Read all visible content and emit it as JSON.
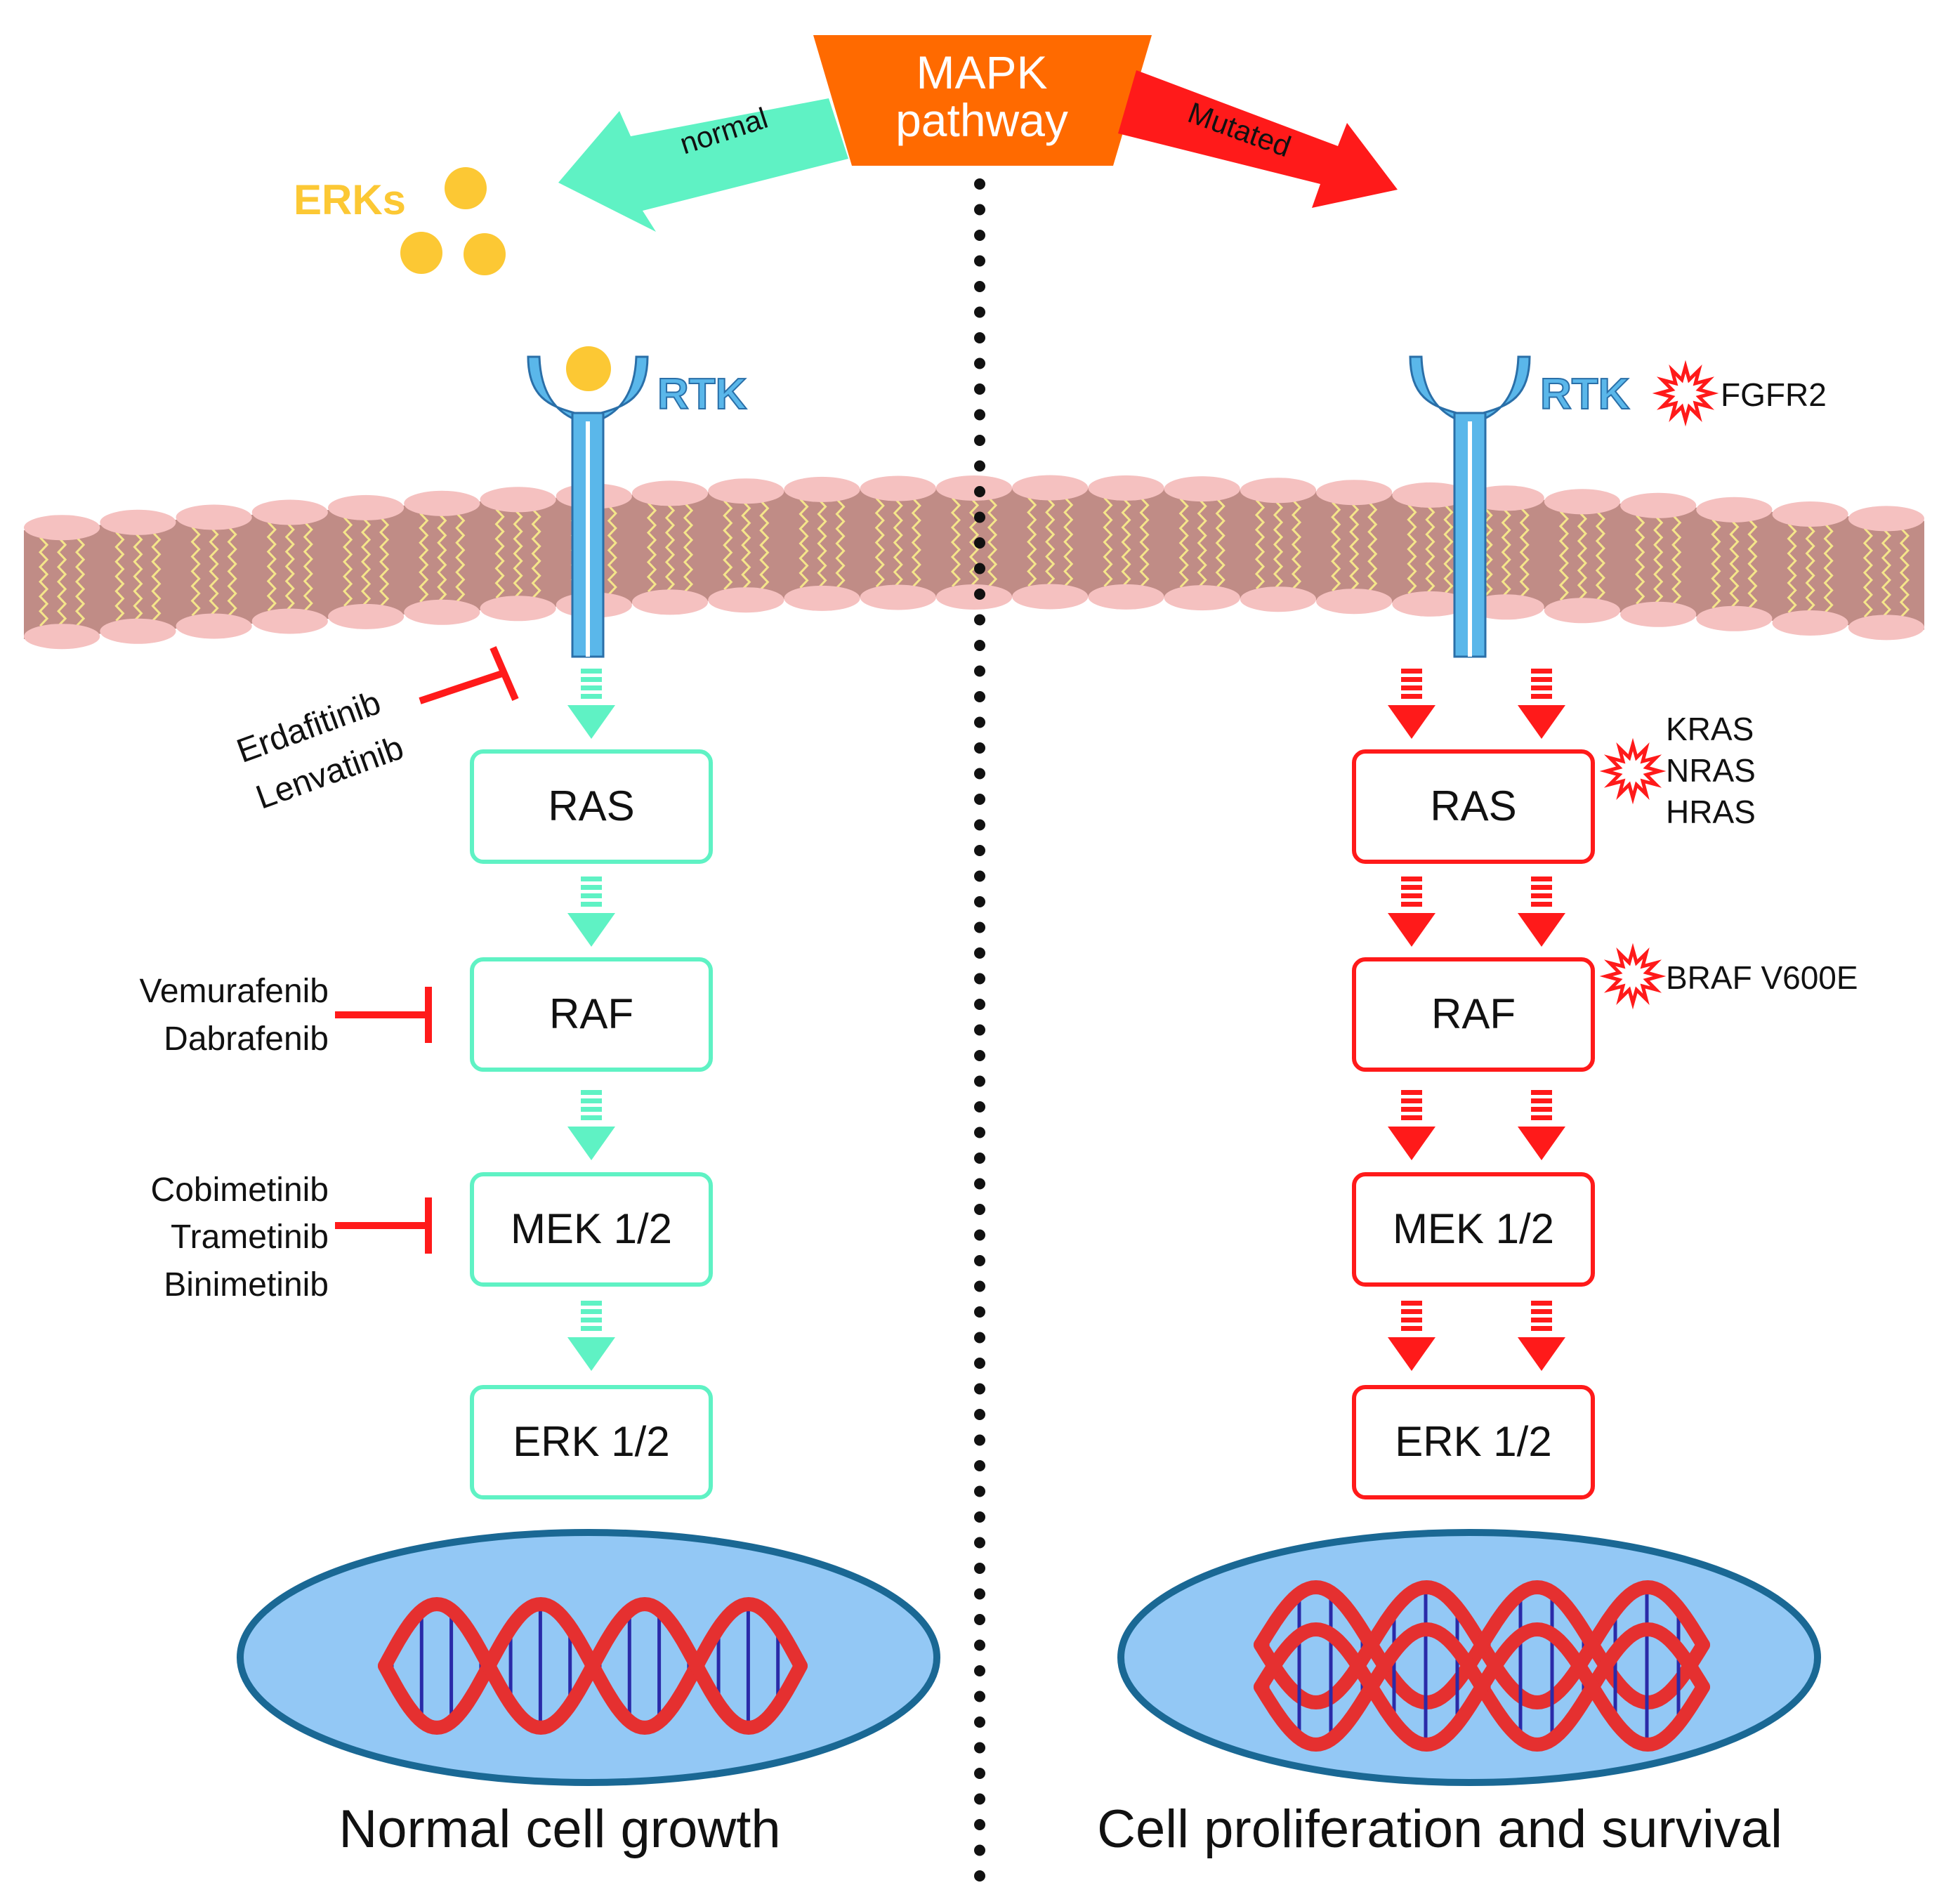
{
  "header": {
    "line1": "MAPK",
    "line2": "pathway"
  },
  "branch_normal": {
    "label": "normal"
  },
  "branch_mutated": {
    "label": "Mutated"
  },
  "ligand": {
    "label": "ERKs"
  },
  "receptor": {
    "label": "RTK"
  },
  "left_column": {
    "nodes": [
      "RAS",
      "RAF",
      "MEK 1/2",
      "ERK 1/2"
    ],
    "caption": "Normal cell growth"
  },
  "right_column": {
    "nodes": [
      "RAS",
      "RAF",
      "MEK 1/2",
      "ERK 1/2"
    ],
    "caption": "Cell proliferation and survival"
  },
  "inhibitors": {
    "rtk": [
      "Erdafitinib",
      "Lenvatinib"
    ],
    "raf": [
      "Vemurafenib",
      "Dabrafenib"
    ],
    "mek": [
      "Cobimetinib",
      "Trametinib",
      "Binimetinib"
    ]
  },
  "mutations": {
    "rtk": [
      "FGFR2"
    ],
    "ras": [
      "KRAS",
      "NRAS",
      "HRAS"
    ],
    "raf": [
      "BRAF V600E"
    ]
  },
  "colors": {
    "normal": "#5ff2c4",
    "mutated": "#ff1a1a",
    "header": "#ff6a00",
    "ligand": "#fcc834",
    "receptor": "#5ab7ea",
    "membrane": "#c08c86",
    "nucleus": "#93c8f5",
    "nucleus_border": "#1a6894",
    "dna_strand": "#e53030",
    "dna_rung": "#2a2aa8"
  }
}
